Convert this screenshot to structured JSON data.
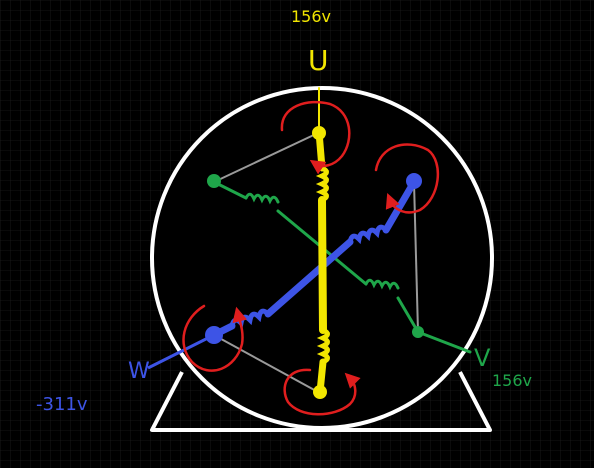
{
  "labels": {
    "u_voltage": "156v",
    "u_name": "U",
    "v_name": "V",
    "v_voltage": "156v",
    "w_name": "W",
    "w_voltage": "-311v"
  },
  "colors": {
    "background": "#000000",
    "grid": "#2a2a2a",
    "stator": "#ffffff",
    "phase_u": "#f2e600",
    "phase_v": "#1fa64a",
    "phase_w": "#3d54e6",
    "magnetic_field": "#e01e1e",
    "link": "#9a9a9a"
  }
}
